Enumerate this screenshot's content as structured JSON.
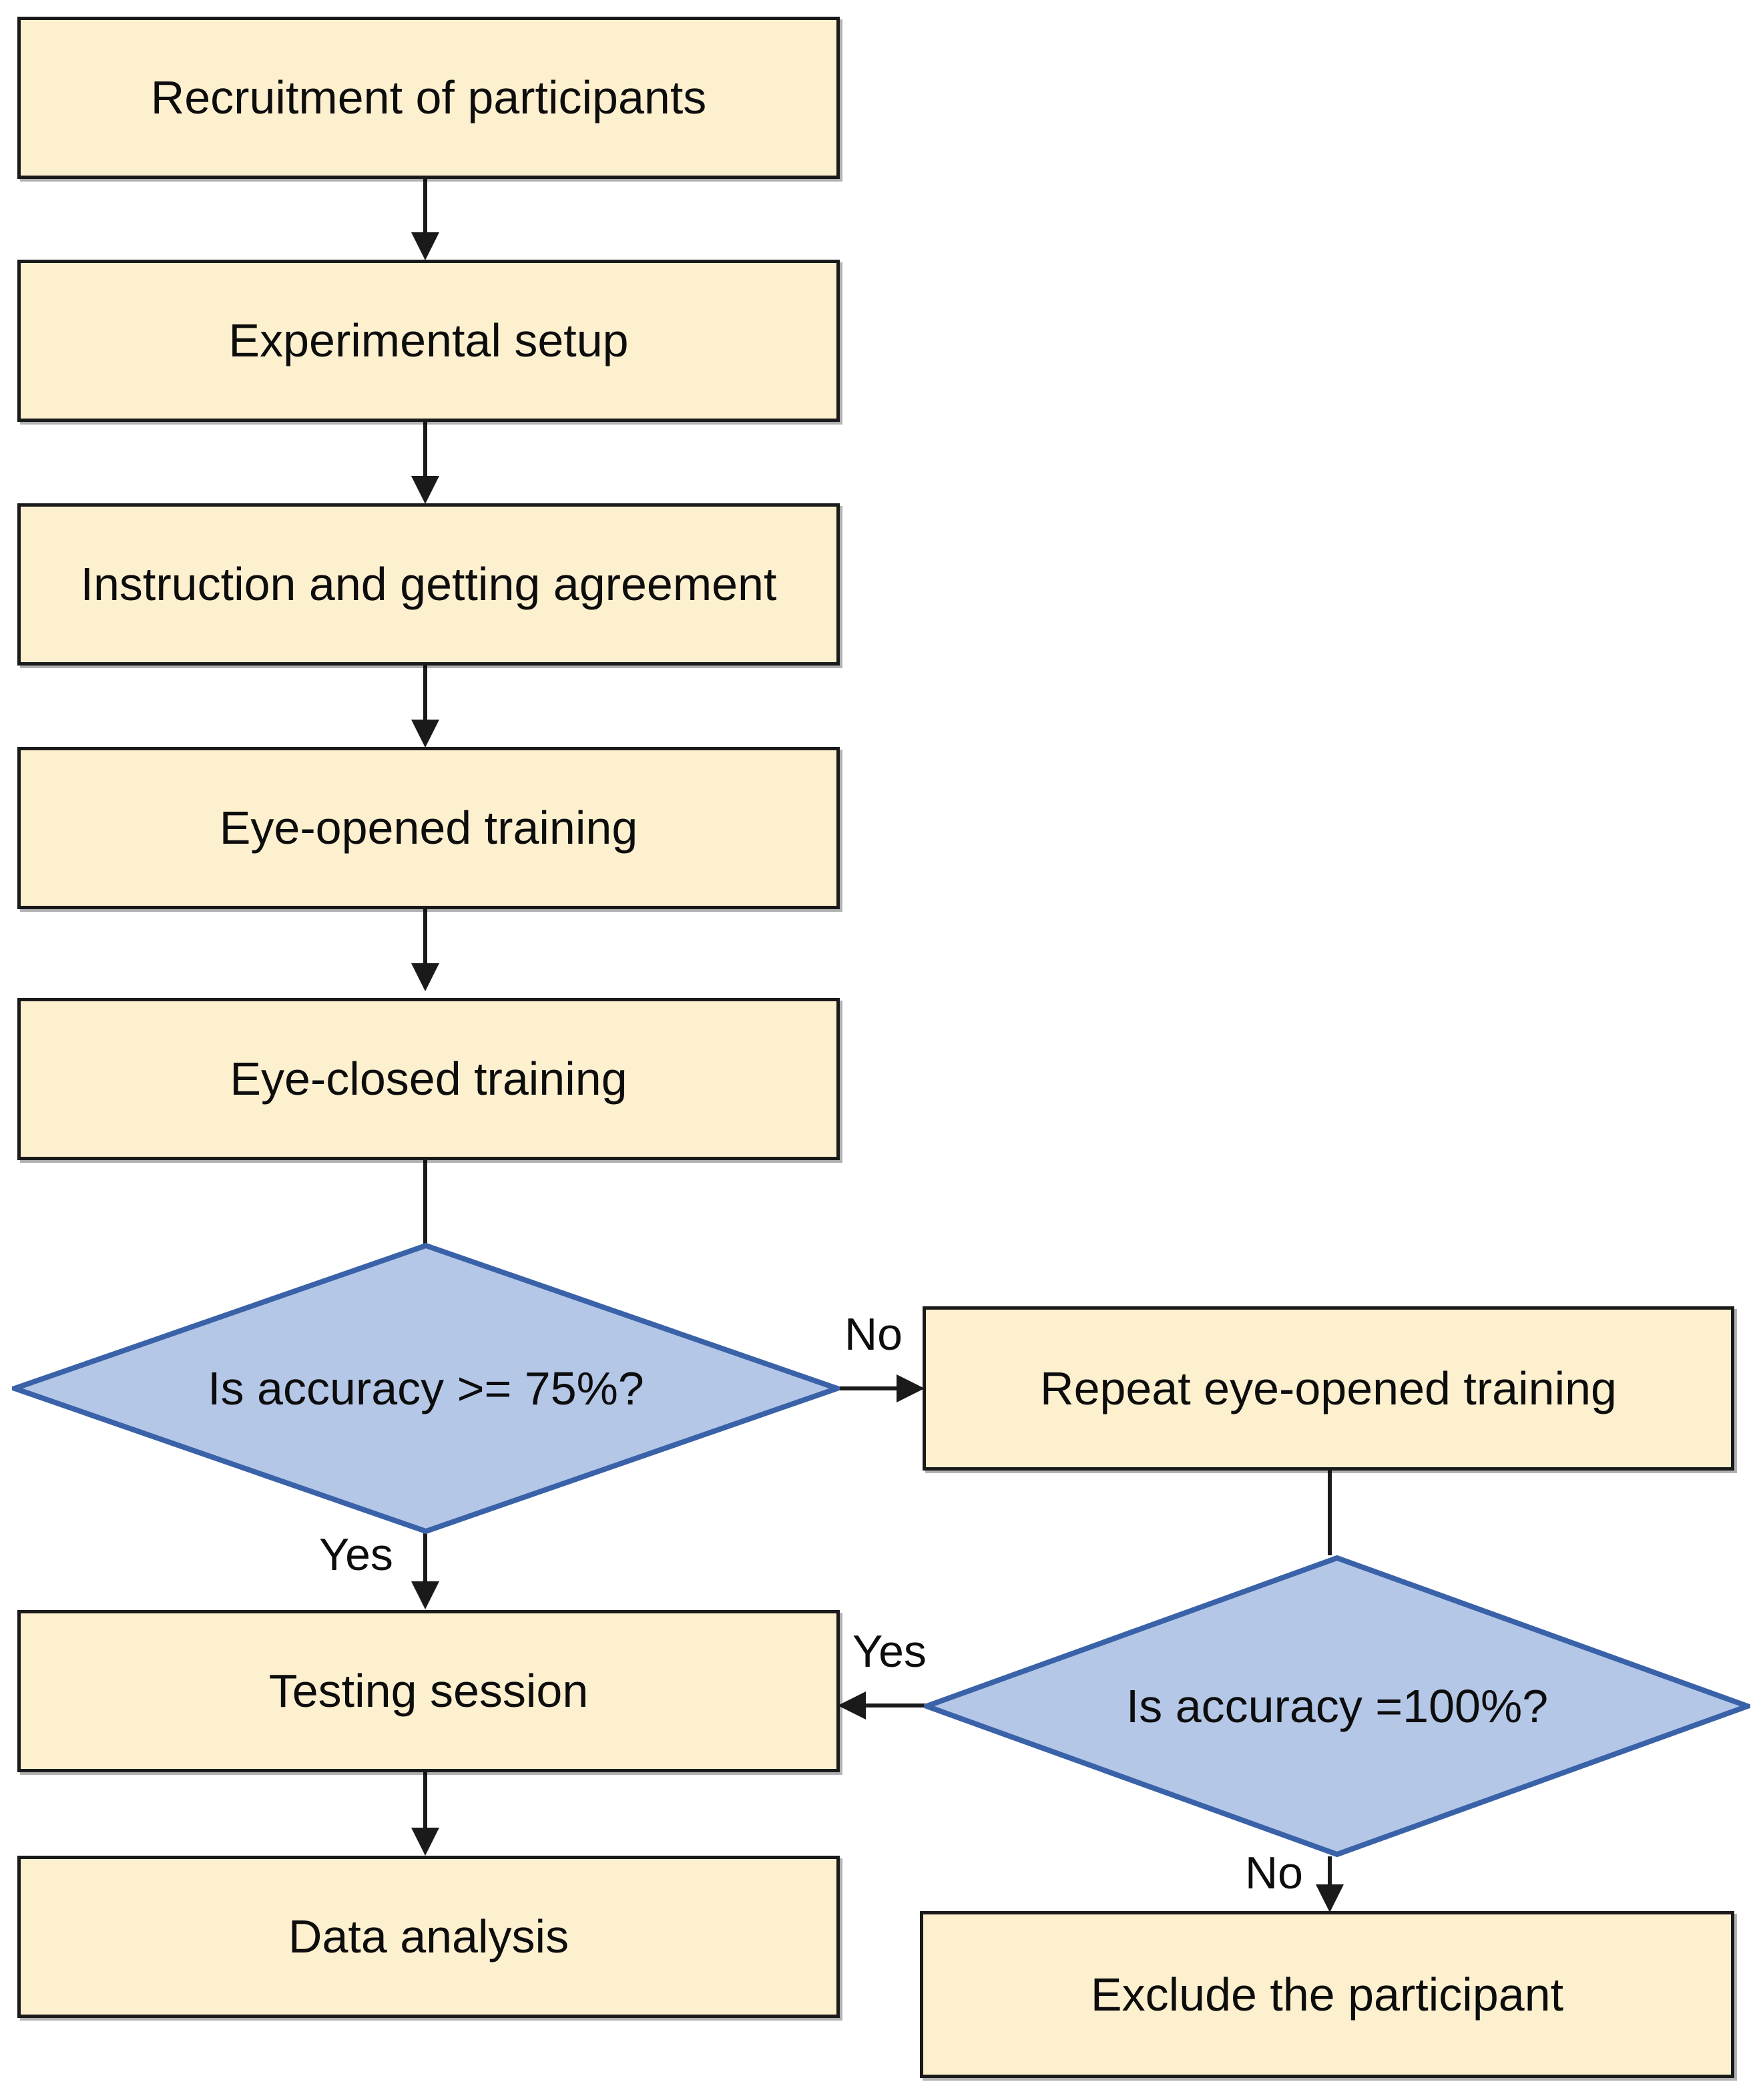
{
  "diagram": {
    "title": "Experimental procedure flowchart",
    "type": "flowchart",
    "colors": {
      "process_fill": "#fdf0cf",
      "process_stroke": "#1a1a1a",
      "decision_fill": "#b4c7e7",
      "decision_stroke": "#3a62a8",
      "connector": "#1a1a1a",
      "text": "#0d0d0d",
      "background": "#ffffff"
    },
    "nodes": [
      {
        "id": "recruitment",
        "shape": "process",
        "label": "Recruitment of participants"
      },
      {
        "id": "setup",
        "shape": "process",
        "label": "Experimental setup"
      },
      {
        "id": "instruction",
        "shape": "process",
        "label": "Instruction and getting agreement"
      },
      {
        "id": "eye_opened",
        "shape": "process",
        "label": "Eye-opened training"
      },
      {
        "id": "eye_closed",
        "shape": "process",
        "label": "Eye-closed training"
      },
      {
        "id": "acc75",
        "shape": "decision",
        "label": "Is accuracy >= 75%?"
      },
      {
        "id": "repeat",
        "shape": "process",
        "label": "Repeat eye-opened training"
      },
      {
        "id": "acc100",
        "shape": "decision",
        "label": "Is accuracy =100%?"
      },
      {
        "id": "testing",
        "shape": "process",
        "label": "Testing session"
      },
      {
        "id": "analysis",
        "shape": "process",
        "label": "Data analysis"
      },
      {
        "id": "exclude",
        "shape": "process",
        "label": "Exclude the participant"
      }
    ],
    "edges": [
      {
        "from": "recruitment",
        "to": "setup",
        "label": ""
      },
      {
        "from": "setup",
        "to": "instruction",
        "label": ""
      },
      {
        "from": "instruction",
        "to": "eye_opened",
        "label": ""
      },
      {
        "from": "eye_opened",
        "to": "eye_closed",
        "label": ""
      },
      {
        "from": "eye_closed",
        "to": "acc75",
        "label": ""
      },
      {
        "from": "acc75",
        "to": "repeat",
        "label": "No"
      },
      {
        "from": "acc75",
        "to": "testing",
        "label": "Yes"
      },
      {
        "from": "repeat",
        "to": "acc100",
        "label": ""
      },
      {
        "from": "acc100",
        "to": "testing",
        "label": "Yes"
      },
      {
        "from": "acc100",
        "to": "exclude",
        "label": "No"
      },
      {
        "from": "testing",
        "to": "analysis",
        "label": ""
      }
    ],
    "edge_labels": {
      "acc75_no": "No",
      "acc75_yes": "Yes",
      "acc100_yes": "Yes",
      "acc100_no": "No"
    }
  }
}
